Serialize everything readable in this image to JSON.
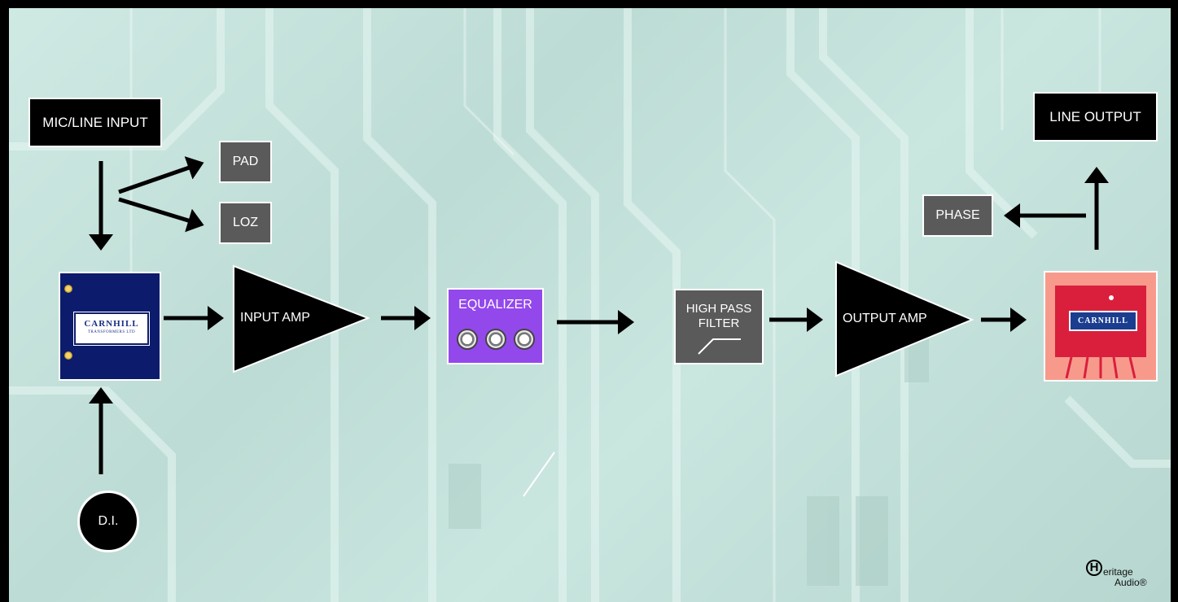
{
  "blocks": {
    "mic_line_input": "MIC/LINE  INPUT",
    "pad": "PAD",
    "loz": "LOZ",
    "di": "D.I.",
    "input_amp": "INPUT  AMP",
    "equalizer": "EQUALIZER",
    "high_pass_filter_line1": "HIGH PASS",
    "high_pass_filter_line2": "FILTER",
    "output_amp": "OUTPUT AMP",
    "phase": "PHASE",
    "line_output": "LINE  OUTPUT"
  },
  "input_transformer": {
    "brand": "CARNHILL",
    "subtitle": "TRANSFORMERS LTD"
  },
  "output_transformer": {
    "brand": "CARNHILL"
  },
  "logo": {
    "mark": "H",
    "line1": "eritage",
    "line2": "Audio®"
  },
  "colors": {
    "background": "#c4e2db",
    "block_black": "#000000",
    "block_grey": "#5a5a5a",
    "equalizer": "#9348ec",
    "input_transformer": "#0c1b6b",
    "output_transformer": "#d91f3c"
  },
  "icons": [
    "high-pass-curve-icon",
    "eq-knob-icon",
    "screw-icon",
    "arrow-icon"
  ]
}
